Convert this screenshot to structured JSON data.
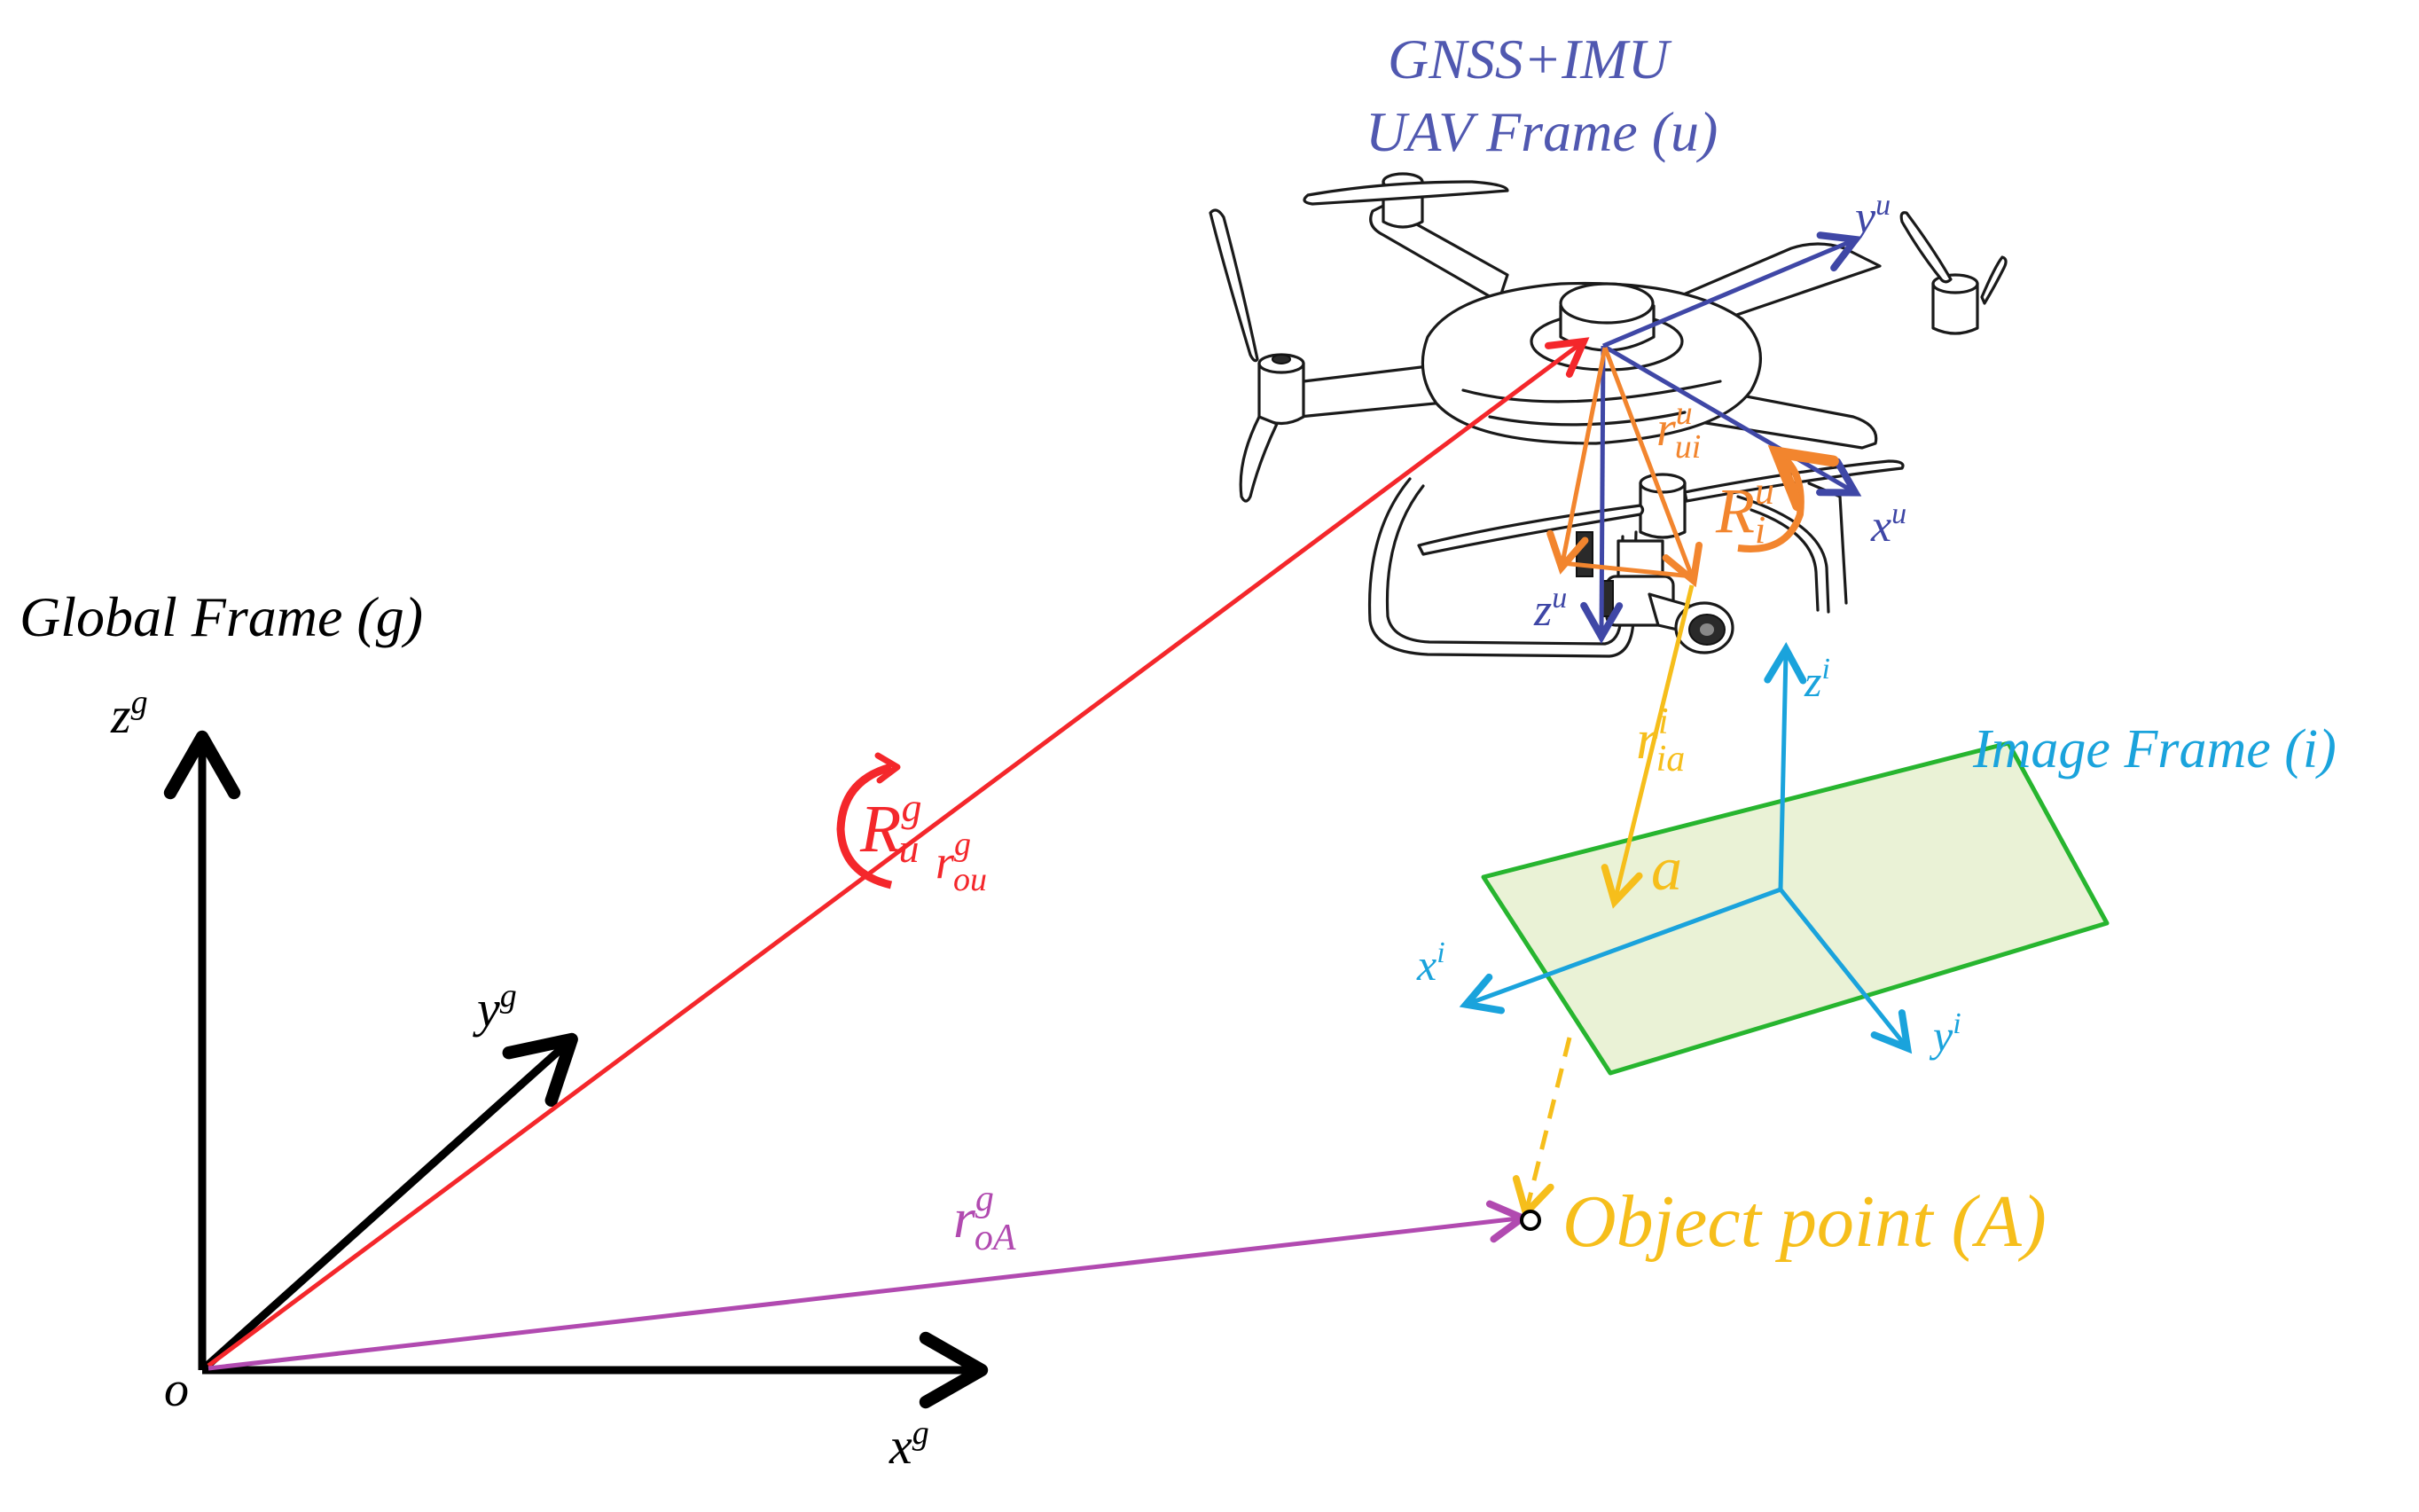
{
  "labels": {
    "sensor_title": "GNSS+IMU",
    "uav_frame": "UAV Frame (u)",
    "global_frame": "Global Frame (g)",
    "image_frame": "Image Frame (i)",
    "object_point": "Object point (A)",
    "origin": "o",
    "image_point": "a"
  },
  "axes": {
    "global": {
      "x": "x",
      "y": "y",
      "z": "z",
      "sup": "g"
    },
    "uav": {
      "x": "x",
      "y": "y",
      "z": "z",
      "sup": "u"
    },
    "image": {
      "x": "x",
      "y": "y",
      "z": "z",
      "sup": "i"
    }
  },
  "vectors": {
    "r_ou": {
      "base": "r",
      "sup": "g",
      "sub": "ou"
    },
    "r_oA": {
      "base": "r",
      "sup": "g",
      "sub": "oA"
    },
    "r_ui": {
      "base": "r",
      "sup": "u",
      "sub": "ui"
    },
    "r_ia": {
      "base": "r",
      "sup": "i",
      "sub": "ia"
    }
  },
  "rotations": {
    "R_u_g": {
      "base": "R",
      "sup": "g",
      "sub": "u"
    },
    "R_i_u": {
      "base": "R",
      "sup": "u",
      "sub": "i"
    }
  },
  "colors": {
    "global_axes": "#000000",
    "uav_axes": "#3f47a6",
    "uav_title": "#5058b0",
    "image_axes": "#1aa3dc",
    "image_plane_fill": "#eaf2d6",
    "image_plane_stroke": "#27b52f",
    "r_ou": "#f4272b",
    "r_oA": "#b14ab0",
    "r_ui": "#f2852e",
    "r_ia": "#f6be1b",
    "object_text": "#f6be1b"
  }
}
